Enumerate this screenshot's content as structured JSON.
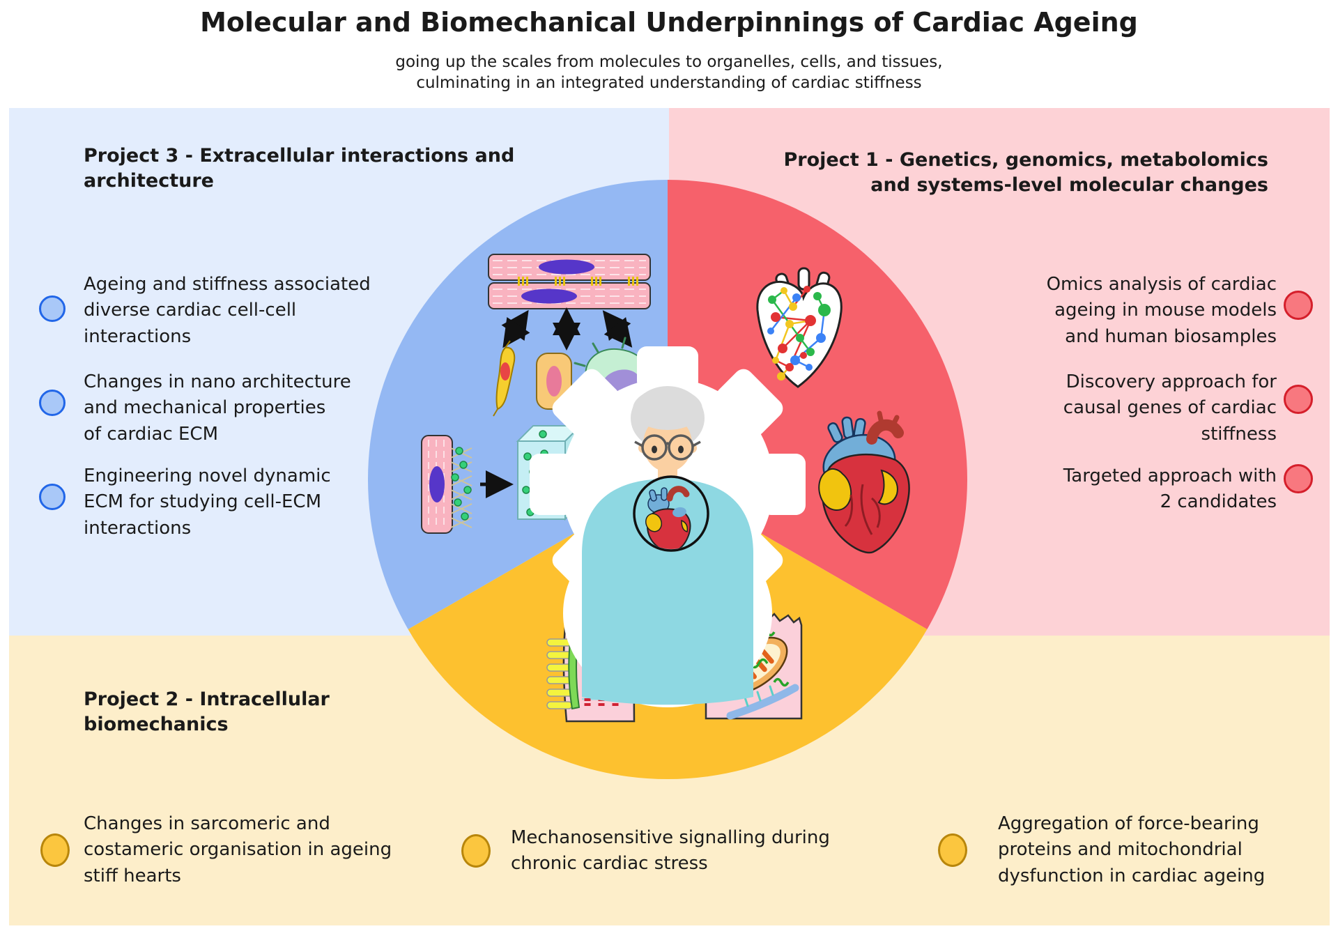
{
  "title": "Molecular and Biomechanical Underpinnings of Cardiac Ageing",
  "subtitle": "going up the scales from molecules to organelles, cells, and tissues,\nculminating in an integrated understanding of cardiac stiffness",
  "colors": {
    "panel_blue": "#e3edfd",
    "panel_pink": "#fdd2d6",
    "panel_cream": "#fdeeca",
    "slice_blue": "#94b8f3",
    "slice_red": "#f6616b",
    "slice_yellow": "#fdc12f",
    "bullet_blue_fill": "#a9c8f8",
    "bullet_blue_border": "#2166e8",
    "bullet_red_fill": "#f8787f",
    "bullet_red_border": "#d51f2b",
    "bullet_yellow_fill": "#fbc63f",
    "bullet_yellow_border": "#b8860b"
  },
  "projects": {
    "project3": {
      "header": "Project 3 - Extracellular interactions and\narchitecture",
      "bullets": [
        "Ageing and stiffness associated\ndiverse cardiac cell-cell\ninteractions",
        "Changes in nano architecture\nand mechanical properties\nof cardiac ECM",
        "Engineering novel dynamic\nECM for studying cell-ECM\ninteractions"
      ]
    },
    "project1": {
      "header": "Project 1 - Genetics, genomics, metabolomics\nand systems-level molecular changes",
      "bullets": [
        "Omics analysis of cardiac\nageing in mouse models\nand human biosamples",
        "Discovery approach for\ncausal genes of cardiac\nstiffness",
        "Targeted approach with\n2 candidates"
      ]
    },
    "project2": {
      "header": "Project 2 - Intracellular\nbiomechanics",
      "bullets": [
        "Changes in sarcomeric and\ncostameric organisation in ageing\nstiff hearts",
        "Mechanosensitive signalling during\nchronic cardiac stress",
        "Aggregation of force-bearing\nproteins and mitochondrial\ndysfunction in cardiac ageing"
      ]
    }
  }
}
